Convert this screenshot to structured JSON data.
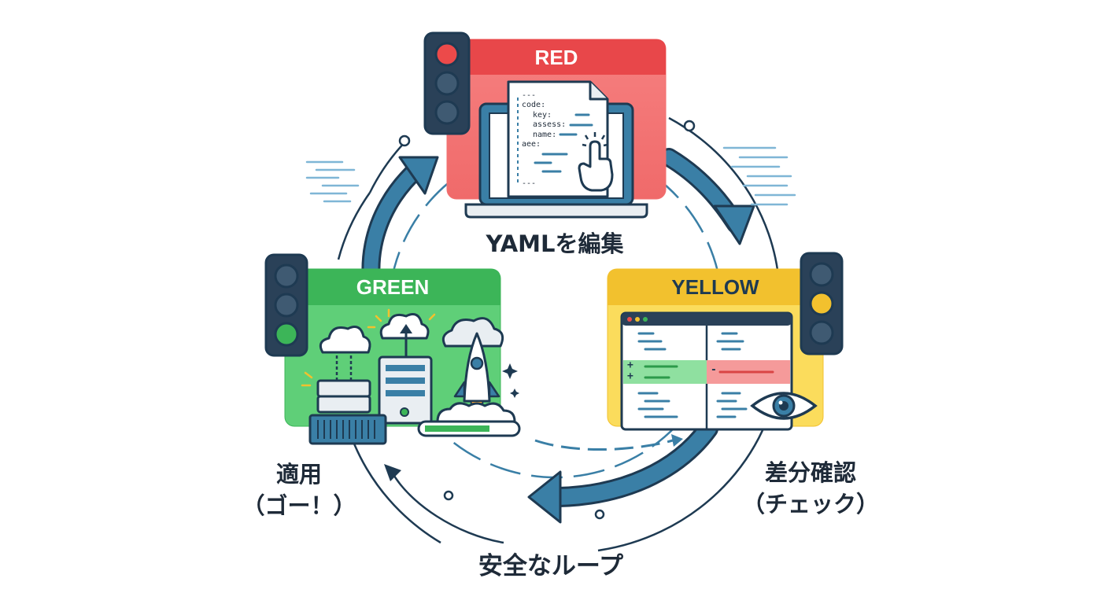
{
  "stages": {
    "red": {
      "title": "RED",
      "caption": "YAMLを編集",
      "color": "#e8474a",
      "light": "#f47a7a",
      "yaml": {
        "doc_start": "---",
        "line1": "code:",
        "line2": "key:",
        "line3": "assess:",
        "line4": "name:",
        "line5": "aee:",
        "doc_end": "---"
      }
    },
    "yellow": {
      "title": "YELLOW",
      "caption_line1": "差分確認",
      "caption_line2": "（チェック）",
      "color": "#f2c12e",
      "light": "#fbda5a",
      "diff_plus": "+",
      "diff_minus": "-"
    },
    "green": {
      "title": "GREEN",
      "caption_line1": "適用",
      "caption_line2": "（ゴー！）",
      "color": "#3cb558",
      "light": "#5ccc74"
    }
  },
  "center_label": "安全なループ",
  "icons": [
    "traffic-light-red-icon",
    "laptop-icon",
    "yaml-document-icon",
    "pointer-hand-icon",
    "traffic-light-yellow-icon",
    "diff-window-icon",
    "eye-icon",
    "traffic-light-green-icon",
    "cloud-icon",
    "server-icon",
    "rocket-icon",
    "progress-bar-icon"
  ],
  "colors": {
    "arrow": "#3a7fa6",
    "outline": "#1e3a52",
    "ink": "#1e2a38"
  }
}
